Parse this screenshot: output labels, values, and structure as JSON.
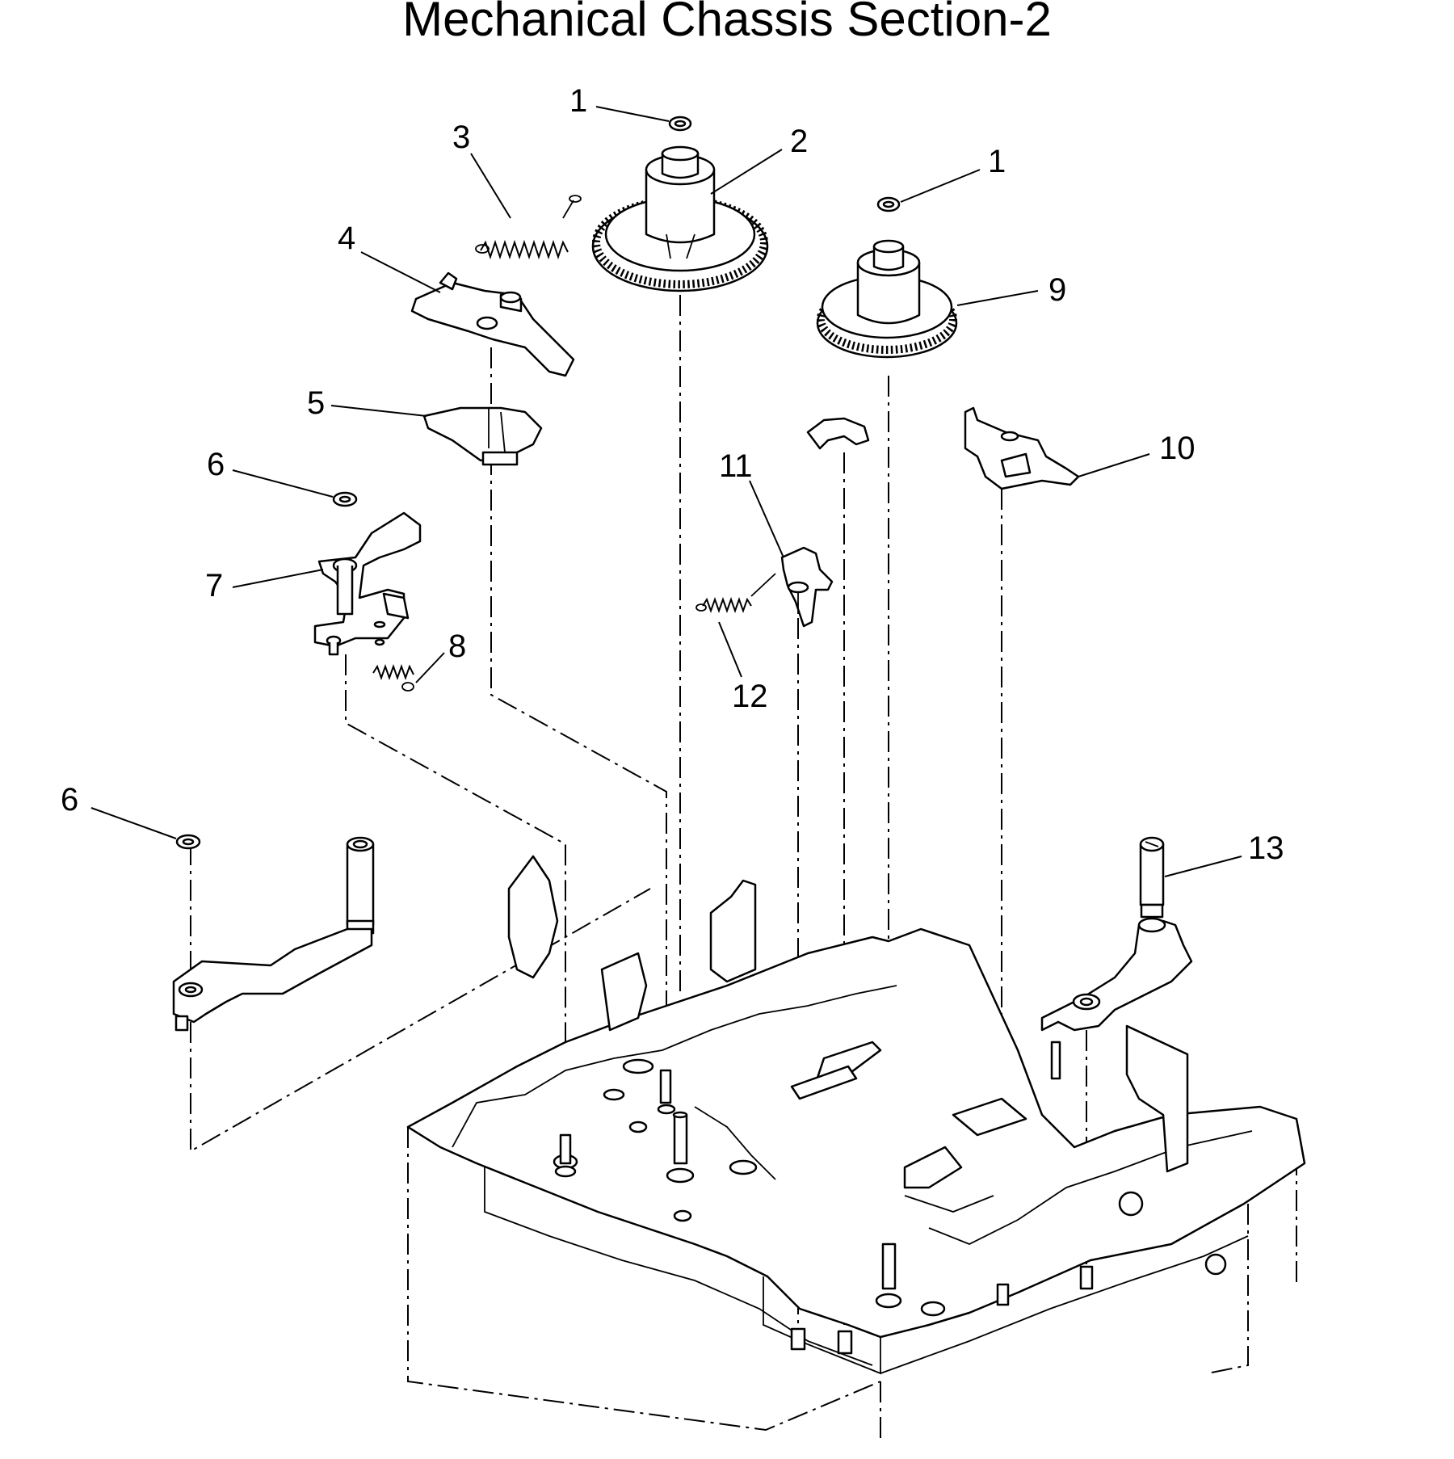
{
  "title": "Mechanical Chassis Section-2",
  "callouts": [
    "1",
    "2",
    "3",
    "4",
    "5",
    "6",
    "7",
    "8",
    "1",
    "9",
    "10",
    "11",
    "12",
    "6",
    "13"
  ]
}
